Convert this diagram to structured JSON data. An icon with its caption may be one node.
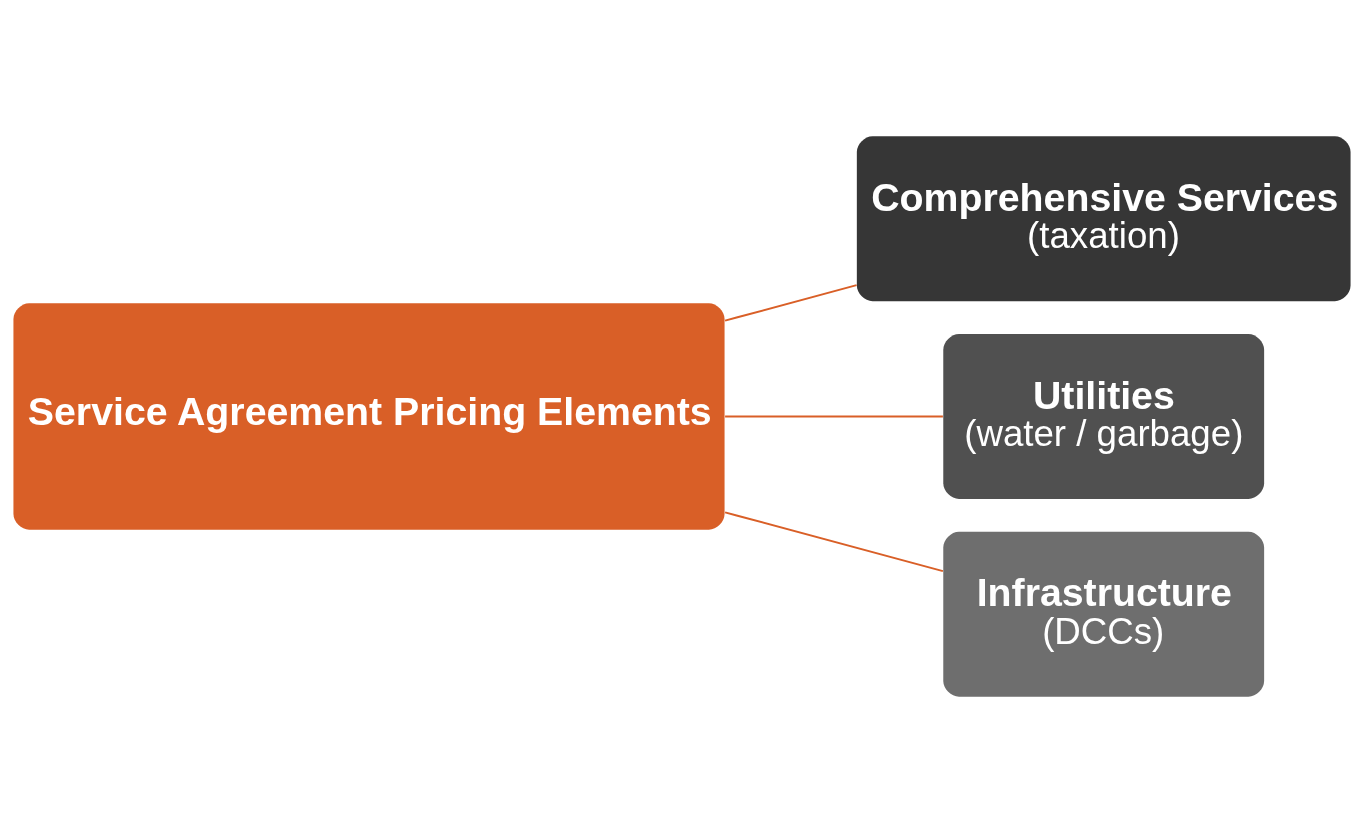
{
  "diagram": {
    "nodes": [
      {
        "text": [
          "Service Agreement Pricing Elements"
        ]
      },
      {
        "text": [
          "Comprehensive Services",
          "(taxation)"
        ]
      },
      {
        "text": [
          "Utilities",
          "(water / garbage)"
        ]
      },
      {
        "text": [
          "Infrastructure",
          "(DCCs)"
        ]
      }
    ],
    "edges": [
      {
        "from": 0,
        "to": 1,
        "arrow": "none"
      },
      {
        "from": 0,
        "to": 2,
        "arrow": "none"
      },
      {
        "from": 0,
        "to": 3,
        "arrow": "none"
      }
    ]
  }
}
